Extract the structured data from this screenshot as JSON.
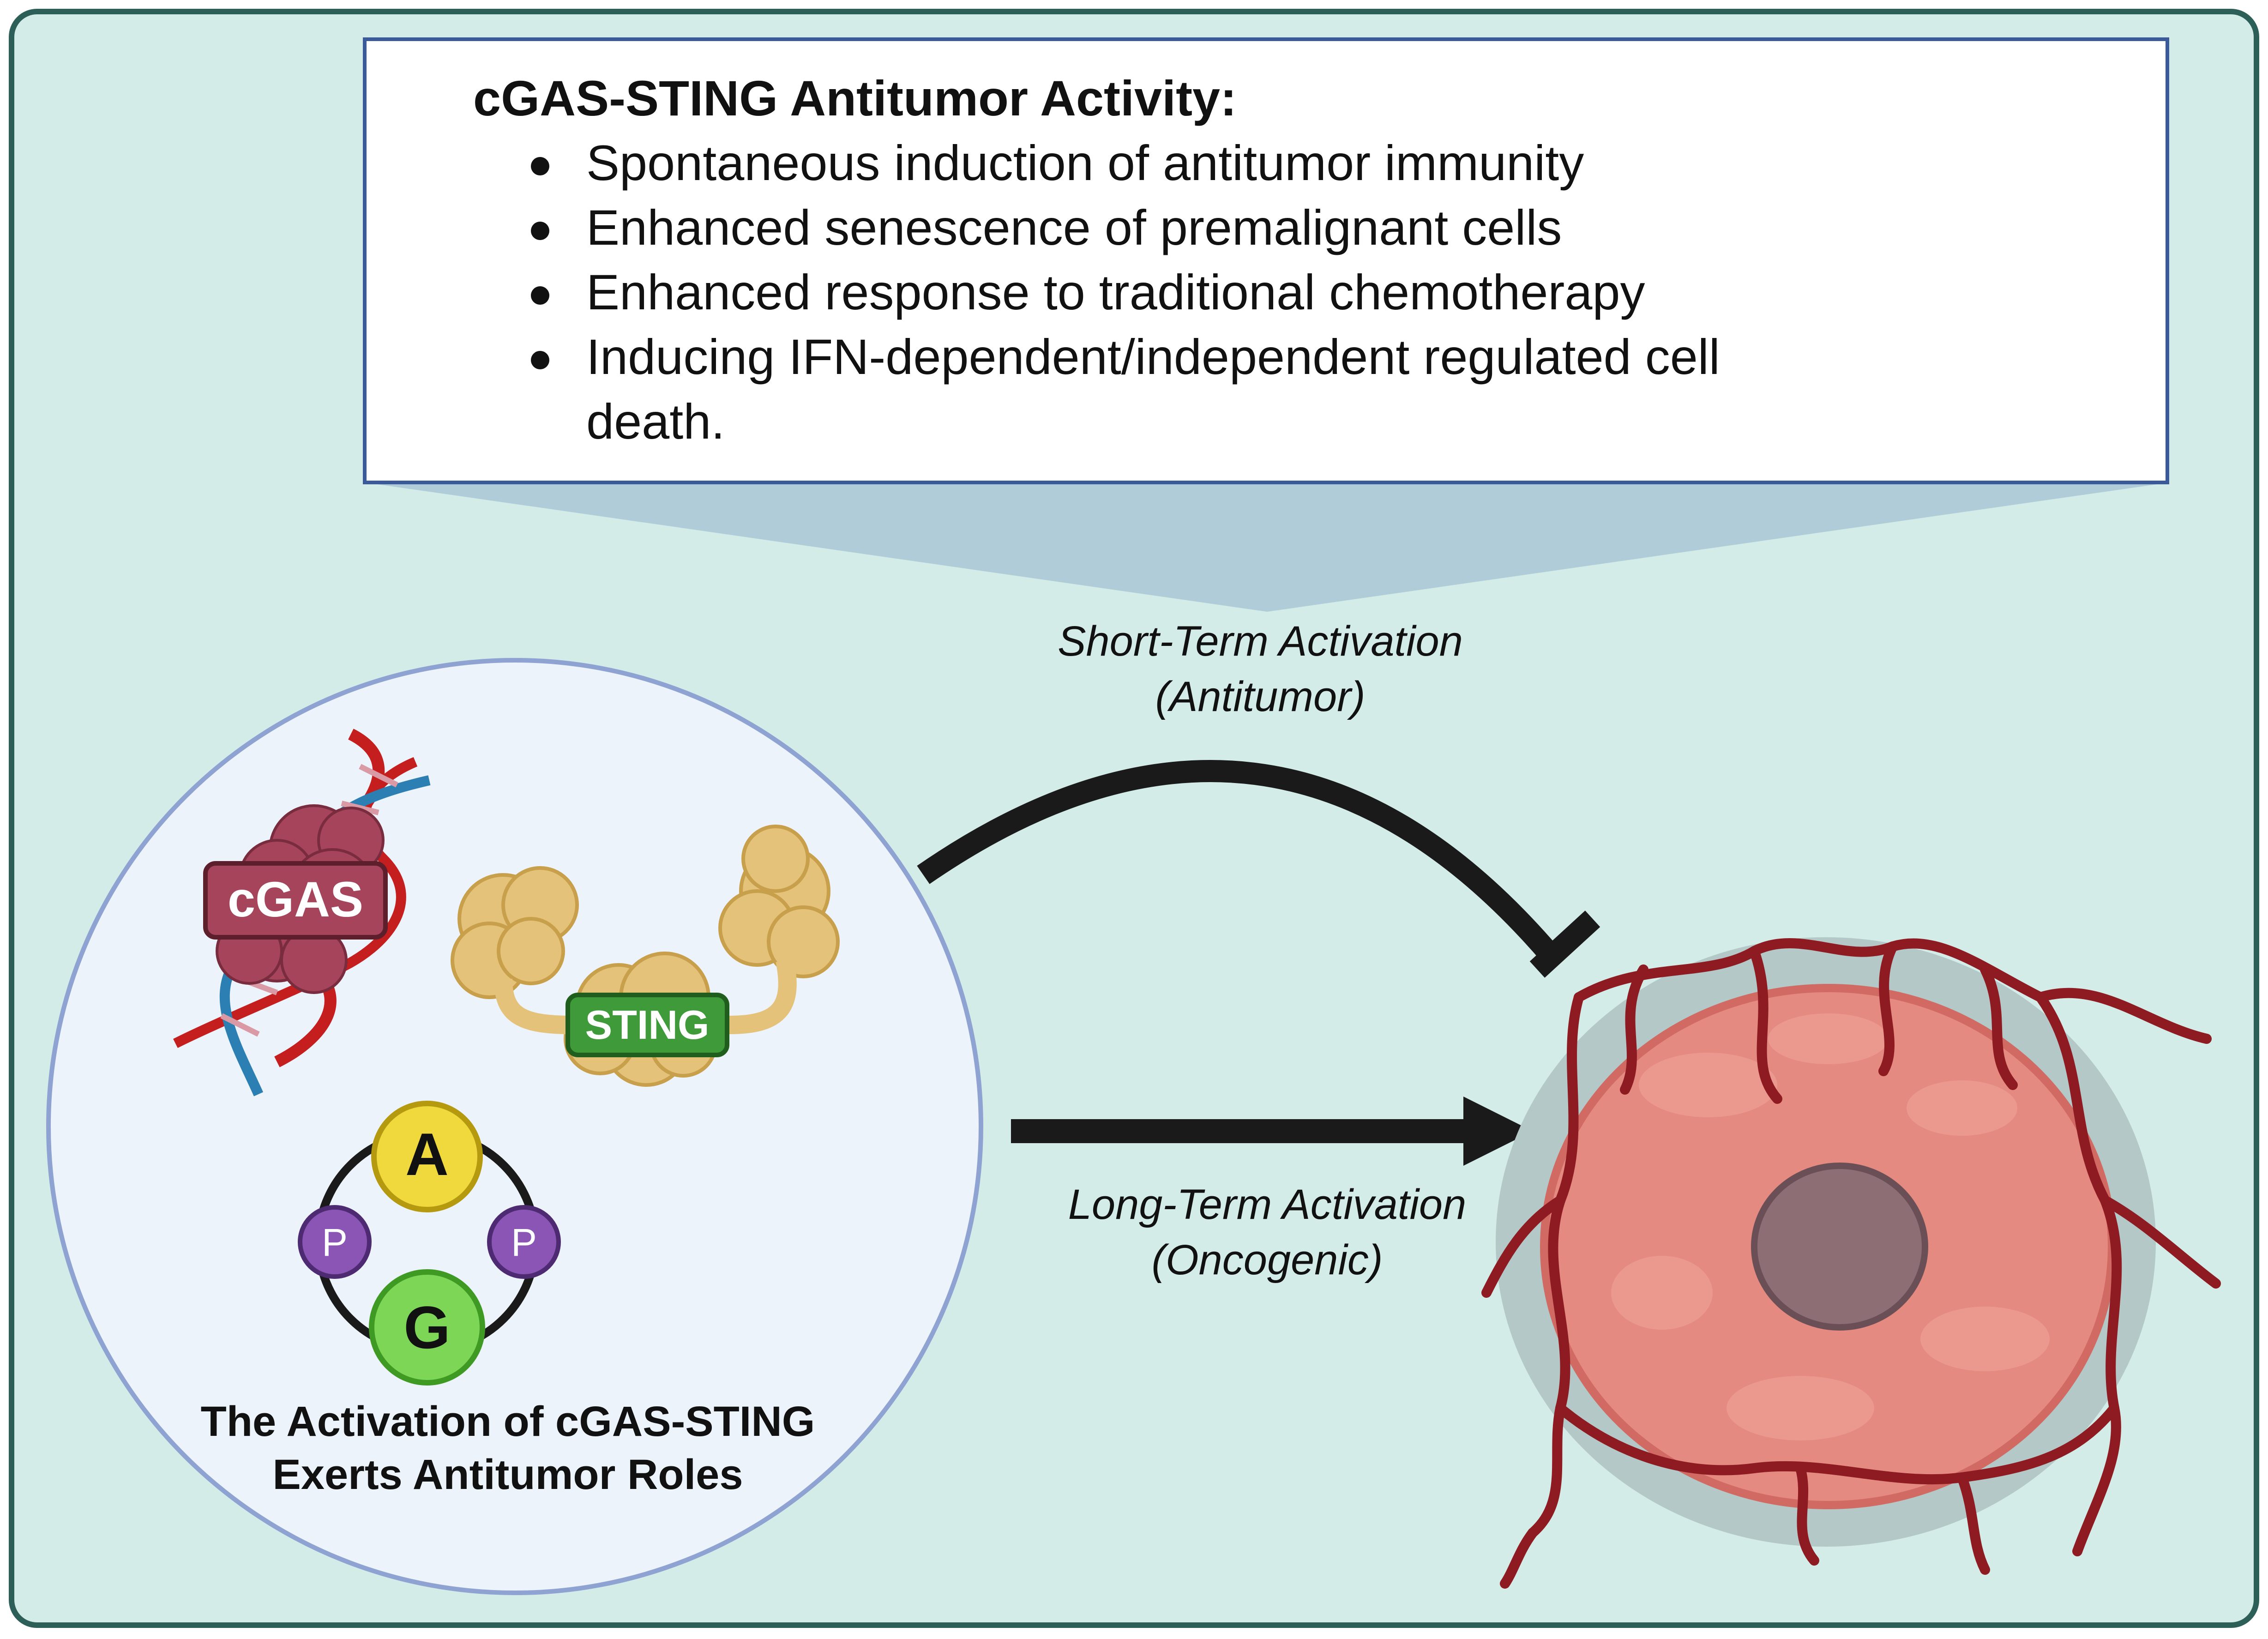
{
  "panel": {
    "title": "cGAS-STING Antitumor Activity:",
    "bullets": [
      {
        "lines": [
          "Spontaneous induction of antitumor immunity"
        ]
      },
      {
        "lines": [
          "Enhanced senescence of premalignant cells"
        ]
      },
      {
        "lines": [
          "Enhanced response to traditional chemotherapy"
        ]
      },
      {
        "lines": [
          "Inducing IFN-dependent/independent regulated cell",
          "death."
        ]
      }
    ]
  },
  "arrows": {
    "short_term": {
      "line1": "Short-Term Activation",
      "line2": "(Antitumor)"
    },
    "long_term": {
      "line1": "Long-Term Activation",
      "line2": "(Oncogenic)"
    }
  },
  "circle": {
    "cgas_label": "cGAS",
    "sting_label": "STING",
    "apg": {
      "a": "A",
      "p_left": "P",
      "p_right": "P",
      "g": "G"
    },
    "caption": {
      "line1": "The Activation of cGAS-STING",
      "line2": "Exerts Antitumor Roles"
    }
  },
  "colors": {
    "background": "#d3ece8",
    "frame": "#2c5f58",
    "panel_border": "#3b5a99",
    "callout": "#b0ccd9",
    "circle_fill": "#ecf3fa",
    "circle_border": "#8fa3d3",
    "cgas": "#a5445a",
    "sting": "#3f9a3a",
    "sting_protein": "#e4c27a",
    "a_node": "#f0d93c",
    "p_node": "#8a55b5",
    "g_node": "#7dd655",
    "tumor": "#e48a80",
    "nucleus": "#8e6e75",
    "vessel": "#8e1a22",
    "arrow": "#1a1a1a"
  }
}
